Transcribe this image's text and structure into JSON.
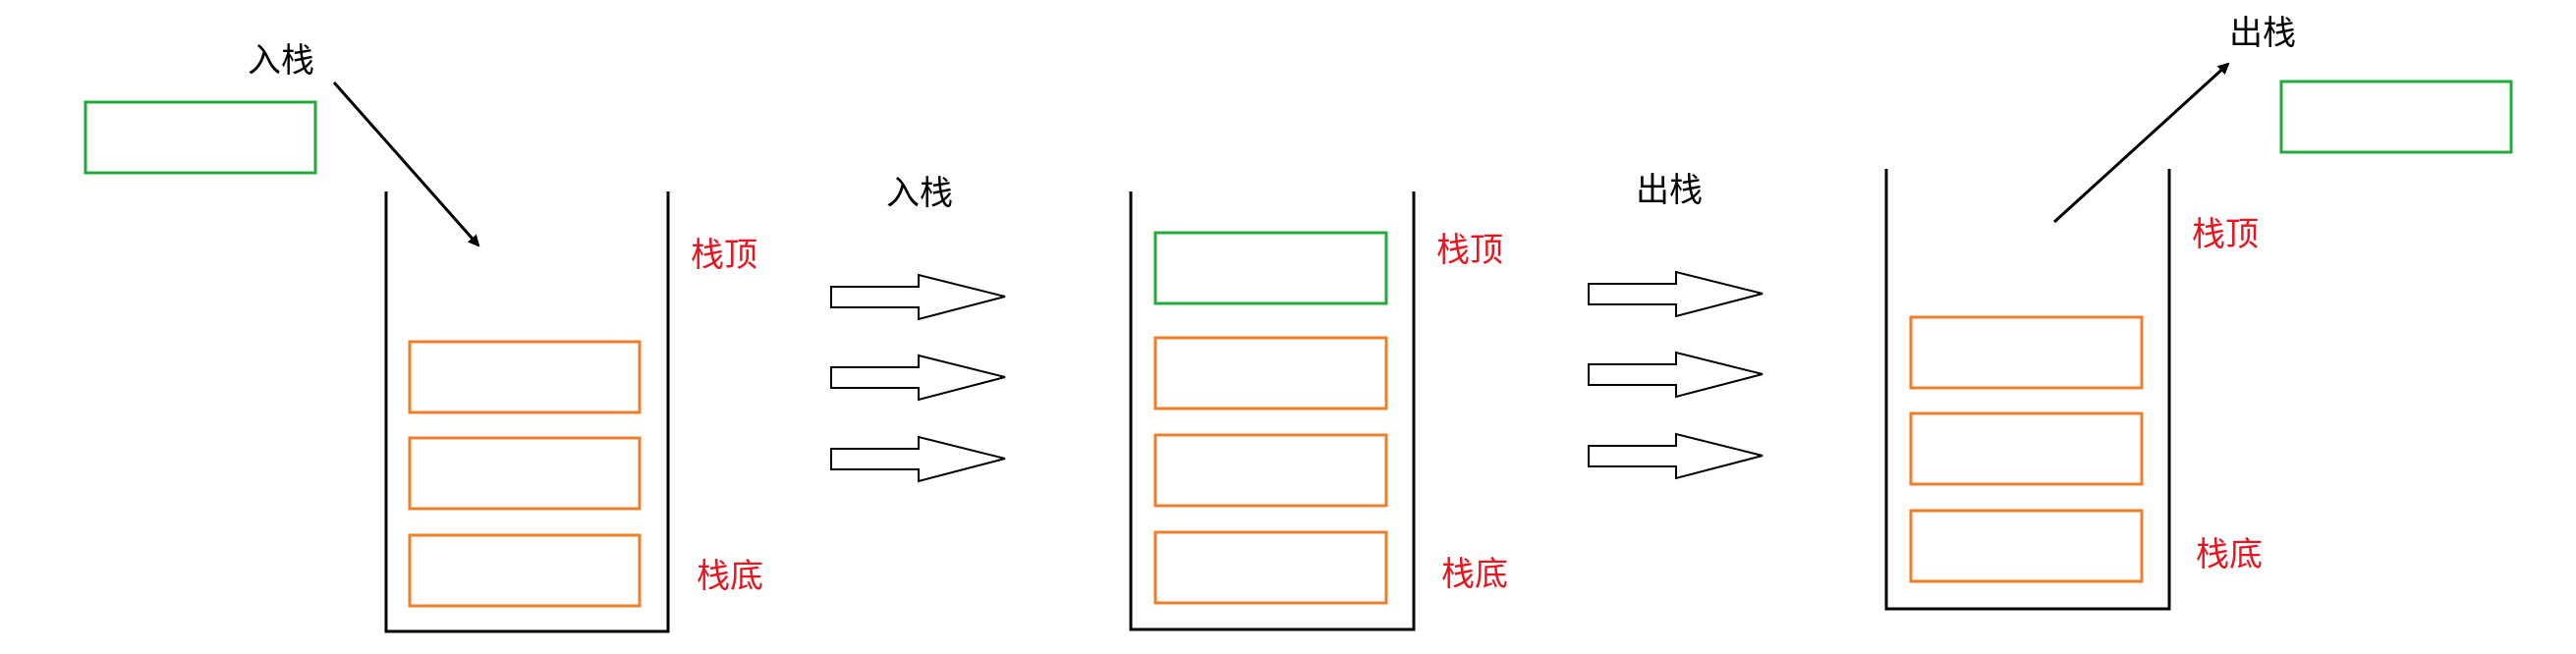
{
  "labels": {
    "push_top": "入栈",
    "push_middle": "入栈",
    "pop_middle": "出栈",
    "pop_top": "出栈"
  },
  "stacks": [
    {
      "top_label": "栈顶",
      "bottom_label": "栈底",
      "boxes": [
        "orange",
        "orange",
        "orange"
      ]
    },
    {
      "top_label": "栈顶",
      "bottom_label": "栈底",
      "boxes": [
        "green",
        "orange",
        "orange",
        "orange"
      ]
    },
    {
      "top_label": "栈顶",
      "bottom_label": "栈底",
      "boxes": [
        "orange",
        "orange",
        "orange"
      ]
    }
  ],
  "colors": {
    "orange": "#f07f2a",
    "green": "#22aa3c",
    "red": "#e8141e",
    "black": "#000000"
  }
}
